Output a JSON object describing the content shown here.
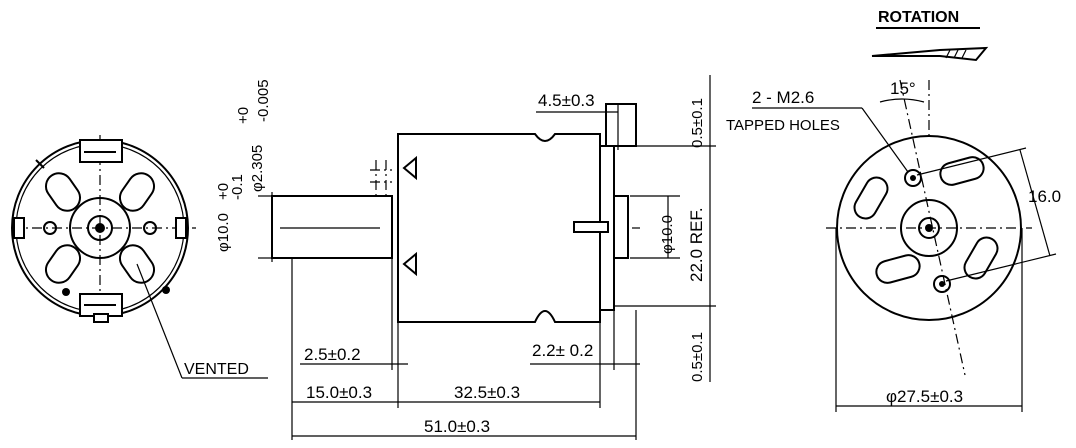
{
  "labels": {
    "rotation": "ROTATION",
    "vented": "VENTED",
    "tapped_count": "2 - M2.6",
    "tapped_holes": "TAPPED HOLES",
    "angle": "15°",
    "bolt_span": "16.0",
    "body_dia": "φ27.5±0.3",
    "shaft_tol_plus": "+0",
    "shaft_tol_minus": "-0.1",
    "shaft_dia": "φ10.0",
    "shaft_tol2_plus": "+0",
    "shaft_tol2_minus": "-0.005",
    "shaft_dia2": "φ2.305",
    "flange_len": "4.5±0.3",
    "right_boss_dia": "φ10.0",
    "ref_height": "22.0 REF.",
    "offset_top": "0.5±0.1",
    "offset_bottom": "0.5±0.1",
    "shaft_step": "2.5±0.2",
    "rear_step": "2.2± 0.2",
    "shaft_len": "15.0±0.3",
    "body_len": "32.5±0.3",
    "total_len": "51.0±0.3"
  }
}
